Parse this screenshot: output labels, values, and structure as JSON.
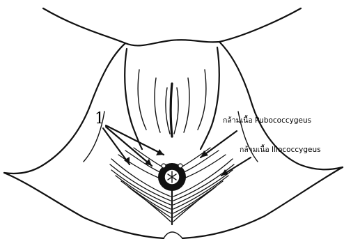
{
  "annotations": {
    "callout_number": "1",
    "pubococcygeus_label": "กล้ามเนื้อ Pubococcygeus",
    "iliococcygeus_label": "กล้ามเนื้อ Iliococcygeus"
  },
  "colors": {
    "background": "#ffffff",
    "line": "#111111"
  }
}
